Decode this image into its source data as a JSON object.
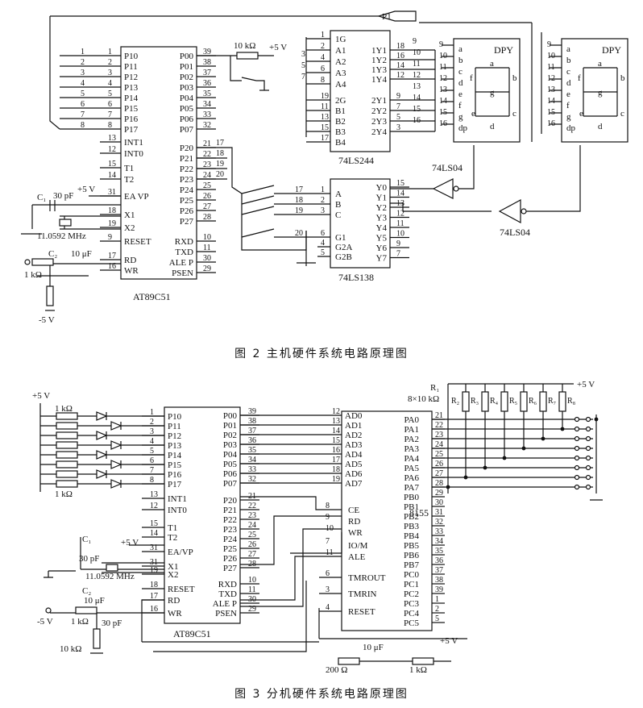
{
  "figure2": {
    "caption": "图 2   主机硬件系统电路原理图",
    "mcu": {
      "part": "AT89C51",
      "left_pins": [
        {
          "num": "1",
          "name": "P10"
        },
        {
          "num": "2",
          "name": "P11"
        },
        {
          "num": "3",
          "name": "P12"
        },
        {
          "num": "4",
          "name": "P13"
        },
        {
          "num": "5",
          "name": "P14"
        },
        {
          "num": "6",
          "name": "P15"
        },
        {
          "num": "7",
          "name": "P16"
        },
        {
          "num": "8",
          "name": "P17"
        },
        {
          "num": "13",
          "name": "INT1"
        },
        {
          "num": "12",
          "name": "INT0"
        },
        {
          "num": "15",
          "name": "T1"
        },
        {
          "num": "14",
          "name": "T2"
        },
        {
          "num": "31",
          "name": "EA VP"
        },
        {
          "num": "18",
          "name": "X1"
        },
        {
          "num": "19",
          "name": "X2"
        },
        {
          "num": "9",
          "name": "RESET"
        },
        {
          "num": "17",
          "name": "RD"
        },
        {
          "num": "16",
          "name": "WR"
        }
      ],
      "right_pins": [
        {
          "num": "39",
          "name": "P00"
        },
        {
          "num": "38",
          "name": "P01"
        },
        {
          "num": "37",
          "name": "P02"
        },
        {
          "num": "36",
          "name": "P03"
        },
        {
          "num": "35",
          "name": "P04"
        },
        {
          "num": "34",
          "name": "P05"
        },
        {
          "num": "33",
          "name": "P06"
        },
        {
          "num": "32",
          "name": "P07"
        },
        {
          "num": "21",
          "name": "P20"
        },
        {
          "num": "22",
          "name": "P21"
        },
        {
          "num": "23",
          "name": "P22"
        },
        {
          "num": "24",
          "name": "P23"
        },
        {
          "num": "25",
          "name": "P24"
        },
        {
          "num": "26",
          "name": "P25"
        },
        {
          "num": "27",
          "name": "P26"
        },
        {
          "num": "28",
          "name": "P27"
        },
        {
          "num": "10",
          "name": "RXD"
        },
        {
          "num": "11",
          "name": "TXD"
        },
        {
          "num": "30",
          "name": "ALE P"
        },
        {
          "num": "29",
          "name": "PSEN"
        }
      ]
    },
    "bus_numbers": [
      "1",
      "2",
      "3",
      "4",
      "5",
      "6",
      "7",
      "8"
    ],
    "p2_wire_numbers": [
      "17",
      "18",
      "19",
      "20"
    ],
    "connector_label": "P1",
    "pullup_resistor": "10 kΩ",
    "vcc": "+5 V",
    "vee": "-5 V",
    "c1": "C₁",
    "c1_value": "30 pF",
    "c2": "C₂",
    "c2_value": "10 μF",
    "crystal": "11.0592 MHz",
    "reset_resistor": "1 kΩ",
    "buffer": {
      "part": "74LS244",
      "left_pins": [
        {
          "num": "1",
          "name": "1G"
        },
        {
          "num": "2",
          "name": "A1"
        },
        {
          "num": "4",
          "name": "A2"
        },
        {
          "num": "6",
          "name": "A3"
        },
        {
          "num": "8",
          "name": "A4"
        },
        {
          "num": "19",
          "name": "2G"
        },
        {
          "num": "11",
          "name": "B1"
        },
        {
          "num": "13",
          "name": "B2"
        },
        {
          "num": "15",
          "name": "B3"
        },
        {
          "num": "17",
          "name": "B4"
        }
      ],
      "extra_left_nums": [
        "3",
        "5",
        "7"
      ],
      "right_pins": [
        {
          "num": "18",
          "name": "1Y1"
        },
        {
          "num": "16",
          "name": "1Y2"
        },
        {
          "num": "14",
          "name": "1Y3"
        },
        {
          "num": "12",
          "name": "1Y4"
        },
        {
          "num": "9",
          "name": "2Y1"
        },
        {
          "num": "7",
          "name": "2Y2"
        },
        {
          "num": "5",
          "name": "2Y3"
        },
        {
          "num": "3",
          "name": "2Y4"
        }
      ],
      "out_nums": [
        "9",
        "10",
        "11",
        "12",
        "13",
        "14",
        "15",
        "16"
      ]
    },
    "decoder": {
      "part": "74LS138",
      "left_pins": [
        {
          "num": "17",
          "name": "A",
          "pin": "1"
        },
        {
          "num": "18",
          "name": "B",
          "pin": "2"
        },
        {
          "num": "19",
          "name": "C",
          "pin": "3"
        },
        {
          "num": "20",
          "name": "G1",
          "pin": "6"
        },
        {
          "num": "",
          "name": "G2A",
          "pin": "4"
        },
        {
          "num": "",
          "name": "G2B",
          "pin": "5"
        }
      ],
      "right_pins": [
        {
          "num": "15",
          "name": "Y0"
        },
        {
          "num": "14",
          "name": "Y1"
        },
        {
          "num": "13",
          "name": "Y2"
        },
        {
          "num": "12",
          "name": "Y3"
        },
        {
          "num": "11",
          "name": "Y4"
        },
        {
          "num": "10",
          "name": "Y5"
        },
        {
          "num": "9",
          "name": "Y6"
        },
        {
          "num": "7",
          "name": "Y7"
        }
      ]
    },
    "inverter": "74LS04",
    "display": {
      "title": "DPY",
      "pins": [
        "a",
        "b",
        "c",
        "d",
        "e",
        "f",
        "g",
        "dp"
      ],
      "seg_labels": [
        "a",
        "b",
        "c",
        "d",
        "e",
        "f",
        "g"
      ],
      "nums": [
        "9",
        "10",
        "11",
        "12",
        "13",
        "14",
        "15",
        "16"
      ]
    }
  },
  "figure3": {
    "caption": "图 3   分机硬件系统电路原理图",
    "vcc": "+5 V",
    "vee": "-5 V",
    "led_resistor": "1 kΩ",
    "mcu": {
      "part": "AT89C51",
      "left_pins": [
        {
          "num": "1",
          "name": "P10"
        },
        {
          "num": "2",
          "name": "P11"
        },
        {
          "num": "3",
          "name": "P12"
        },
        {
          "num": "4",
          "name": "P13"
        },
        {
          "num": "5",
          "name": "P14"
        },
        {
          "num": "6",
          "name": "P15"
        },
        {
          "num": "7",
          "name": "P16"
        },
        {
          "num": "8",
          "name": "P17"
        },
        {
          "num": "13",
          "name": "INT1"
        },
        {
          "num": "12",
          "name": "INT0"
        },
        {
          "num": "15",
          "name": "T1"
        },
        {
          "num": "14",
          "name": "T2"
        },
        {
          "num": "31",
          "name": "EA/VP"
        },
        {
          "num": "31",
          "name": "X1"
        },
        {
          "num": "19",
          "name": "X2"
        },
        {
          "num": "18",
          "name": "RESET"
        },
        {
          "num": "17",
          "name": "RD"
        },
        {
          "num": "16",
          "name": "WR"
        }
      ],
      "right_pins": [
        {
          "num": "39",
          "name": "P00"
        },
        {
          "num": "38",
          "name": "P01"
        },
        {
          "num": "37",
          "name": "P02"
        },
        {
          "num": "36",
          "name": "P03"
        },
        {
          "num": "35",
          "name": "P04"
        },
        {
          "num": "34",
          "name": "P05"
        },
        {
          "num": "33",
          "name": "P06"
        },
        {
          "num": "32",
          "name": "P07"
        },
        {
          "num": "21",
          "name": "P20"
        },
        {
          "num": "22",
          "name": "P21"
        },
        {
          "num": "23",
          "name": "P22"
        },
        {
          "num": "24",
          "name": "P23"
        },
        {
          "num": "25",
          "name": "P24"
        },
        {
          "num": "26",
          "name": "P25"
        },
        {
          "num": "27",
          "name": "P26"
        },
        {
          "num": "28",
          "name": "P27"
        },
        {
          "num": "10",
          "name": "RXD"
        },
        {
          "num": "11",
          "name": "TXD"
        },
        {
          "num": "30",
          "name": "ALE P"
        },
        {
          "num": "29",
          "name": "PSEN"
        }
      ]
    },
    "c1": "C₁",
    "c1_value": "30 pF",
    "crystal": "11.0592 MHz",
    "c2": "C₂",
    "c2_value": "10 μF",
    "reset_resistor": "1 kΩ",
    "reset_cap": "30 pF",
    "reset_pulldown": "10 kΩ",
    "ppi": {
      "part": "8155",
      "ad_pins": [
        {
          "num": "12",
          "name": "AD0"
        },
        {
          "num": "13",
          "name": "AD1"
        },
        {
          "num": "14",
          "name": "AD2"
        },
        {
          "num": "15",
          "name": "AD3"
        },
        {
          "num": "16",
          "name": "AD4"
        },
        {
          "num": "17",
          "name": "AD5"
        },
        {
          "num": "18",
          "name": "AD6"
        },
        {
          "num": "19",
          "name": "AD7"
        }
      ],
      "ctrl_pins": [
        {
          "num": "8",
          "name": "CE"
        },
        {
          "num": "9",
          "name": "RD"
        },
        {
          "num": "10",
          "name": "WR"
        },
        {
          "num": "7",
          "name": "IO/M"
        },
        {
          "num": "11",
          "name": "ALE"
        }
      ],
      "timer_pins": [
        {
          "num": "6",
          "name": "TMROUT"
        },
        {
          "num": "3",
          "name": "TMRIN"
        },
        {
          "num": "4",
          "name": "RESET"
        }
      ],
      "port_pins": [
        {
          "num": "21",
          "name": "PA0"
        },
        {
          "num": "22",
          "name": "PA1"
        },
        {
          "num": "23",
          "name": "PA2"
        },
        {
          "num": "24",
          "name": "PA3"
        },
        {
          "num": "25",
          "name": "PA4"
        },
        {
          "num": "26",
          "name": "PA5"
        },
        {
          "num": "27",
          "name": "PA6"
        },
        {
          "num": "28",
          "name": "PA7"
        },
        {
          "num": "29",
          "name": "PB0"
        },
        {
          "num": "30",
          "name": "PB1"
        },
        {
          "num": "31",
          "name": "PB2"
        },
        {
          "num": "32",
          "name": "PB3"
        },
        {
          "num": "33",
          "name": "PB4"
        },
        {
          "num": "34",
          "name": "PB5"
        },
        {
          "num": "35",
          "name": "PB6"
        },
        {
          "num": "36",
          "name": "PB7"
        },
        {
          "num": "37",
          "name": "PC0"
        },
        {
          "num": "38",
          "name": "PC1"
        },
        {
          "num": "39",
          "name": "PC2"
        },
        {
          "num": "1",
          "name": "PC3"
        },
        {
          "num": "2",
          "name": "PC4"
        },
        {
          "num": "5",
          "name": "PC5"
        }
      ]
    },
    "r_array": {
      "label": "R₁",
      "value": "8×10 kΩ",
      "resistors": [
        "R₂",
        "R₃",
        "R₄",
        "R₅",
        "R₆",
        "R₇",
        "R₈"
      ]
    },
    "keys_count": 8,
    "bottom_cap": "10 μF",
    "bottom_r1": "200 Ω",
    "bottom_r2": "1 kΩ"
  }
}
